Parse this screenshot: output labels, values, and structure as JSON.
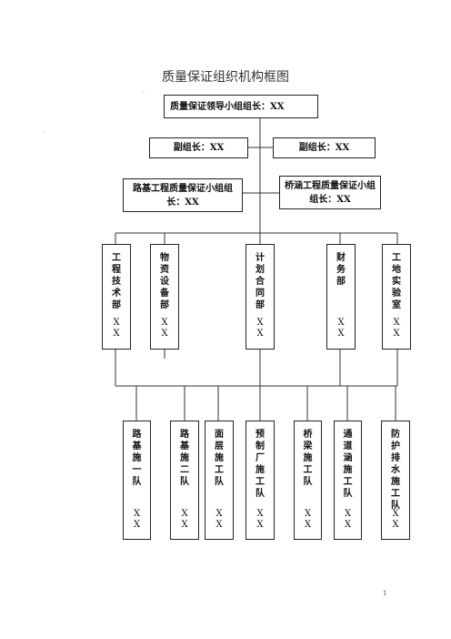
{
  "title": "质量保证组织机构框图",
  "leader": "质量保证领导小组组长：XX",
  "deputies": [
    "副组长：XX",
    "副组长：XX"
  ],
  "subgroups": [
    {
      "line1": "路基工程质量保证小组组",
      "line2": "长：XX"
    },
    {
      "line1": "桥涵工程质量保证小组",
      "line2": "组长：XX"
    }
  ],
  "departments": [
    {
      "name": "工程技术部",
      "person": "XX"
    },
    {
      "name": "物资设备部",
      "person": "XX"
    },
    {
      "name": "计划合同部",
      "person": "XX"
    },
    {
      "name": "财务部",
      "person": "XX"
    },
    {
      "name": "工地实验室",
      "person": "XX"
    }
  ],
  "teams": [
    {
      "name": "路基施一队",
      "person": "XX"
    },
    {
      "name": "路基施二队",
      "person": "XX"
    },
    {
      "name": "面层施工队",
      "person": "XX"
    },
    {
      "name": "预制厂施工队",
      "person": "XX"
    },
    {
      "name": "桥梁施工队",
      "person": "XX"
    },
    {
      "name": "通道涵施工队",
      "person": "XX"
    },
    {
      "name": "防护排水施工队",
      "person": "XX"
    }
  ],
  "page_number": "1"
}
